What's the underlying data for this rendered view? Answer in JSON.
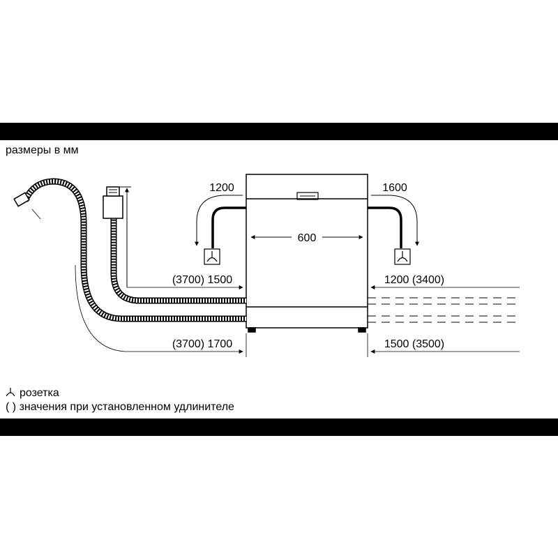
{
  "header": {
    "units_label": "размеры в мм"
  },
  "dimensions": {
    "width": "600",
    "top_left": "1200",
    "top_right": "1600",
    "drain_hose_upper": "(3700) 1500",
    "drain_hose_lower": "(3700) 1700",
    "right_upper": "1200 (3400)",
    "right_lower": "1500 (3500)"
  },
  "legend": {
    "socket_label": "розетка",
    "extension_symbol": "( )",
    "extension_label": "значения при установленном удлинителе"
  },
  "colors": {
    "ink": "#000000",
    "background": "#ffffff"
  }
}
